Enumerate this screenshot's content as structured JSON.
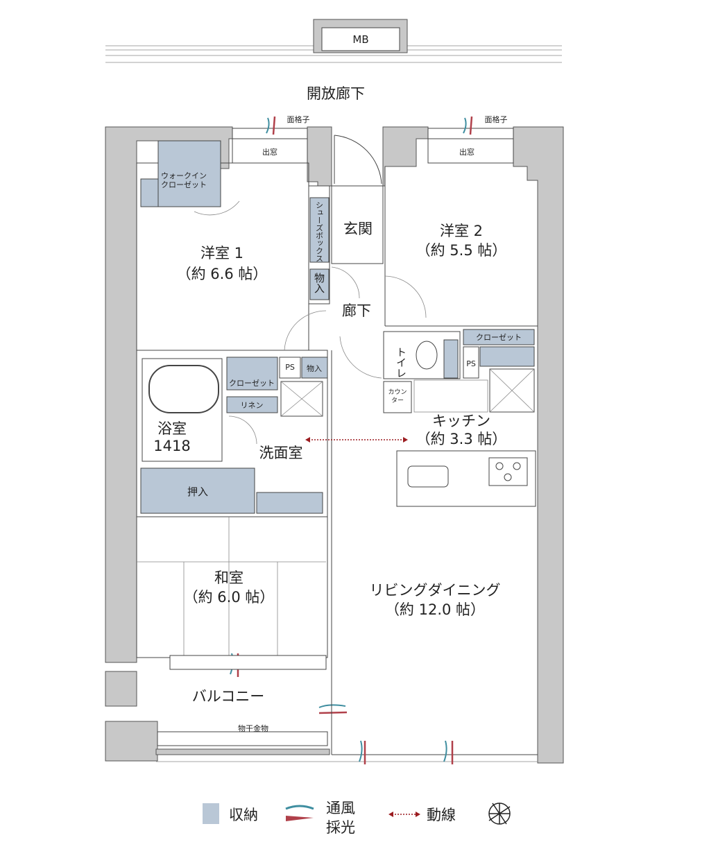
{
  "top": {
    "mb_label": "MB",
    "corridor_label": "開放廊下"
  },
  "rooms": {
    "western1": {
      "name": "洋室 1",
      "size": "（約 6.6 帖）"
    },
    "western2": {
      "name": "洋室 2",
      "size": "（約 5.5 帖）"
    },
    "entrance": "玄関",
    "hallway": "廊下",
    "kitchen": {
      "name": "キッチン",
      "size": "（約 3.3 帖）"
    },
    "washroom": "洗面室",
    "bathroom": {
      "name": "浴室",
      "size": "1418"
    },
    "japanese": {
      "name": "和室",
      "size": "（約 6.0 帖）"
    },
    "living": {
      "name": "リビングダイニング",
      "size": "（約 12.0 帖）"
    },
    "balcony": "バルコニー",
    "toilet": "トイレ"
  },
  "fixtures": {
    "lattice1": "面格子",
    "lattice2": "面格子",
    "baywindow1": "出窓",
    "baywindow2": "出窓",
    "walkin_closet_1": "ウォークイン",
    "walkin_closet_2": "クローゼット",
    "shoe_box": "シューズボックス",
    "storage_a": "物入",
    "storage_b": "物入",
    "closet_a": "クローゼット",
    "closet_b": "クローゼット",
    "linen": "リネン",
    "ps_a": "PS",
    "ps_b": "PS",
    "counter_1": "カウン",
    "counter_2": "ター",
    "oshiire": "押入",
    "drying_rack": "物干金物"
  },
  "legend": {
    "storage": "収納",
    "ventilation": "通風",
    "daylight": "採光",
    "circulation": "動線",
    "storage_color": "#b9c7d6",
    "ventilation_color": "#3f8ea0",
    "daylight_color": "#b0404a",
    "circulation_color": "#9b1c20"
  }
}
